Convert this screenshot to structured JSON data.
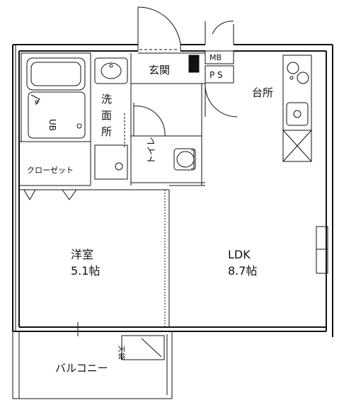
{
  "labels": {
    "entrance": "玄関",
    "mb": "MB",
    "ps": "P S",
    "kitchen": "台所",
    "unit_bath": "UB",
    "washroom": [
      "洗",
      "面",
      "所"
    ],
    "toilet": "トイレ",
    "closet": "クローゼット",
    "western_room": "洋室",
    "western_size": "5.1帖",
    "ldk": "LDK",
    "ldk_size": "8.7帖",
    "balcony": "バルコニー",
    "hatch": "天袋"
  },
  "colors": {
    "line": "#111111",
    "background": "#ffffff"
  }
}
